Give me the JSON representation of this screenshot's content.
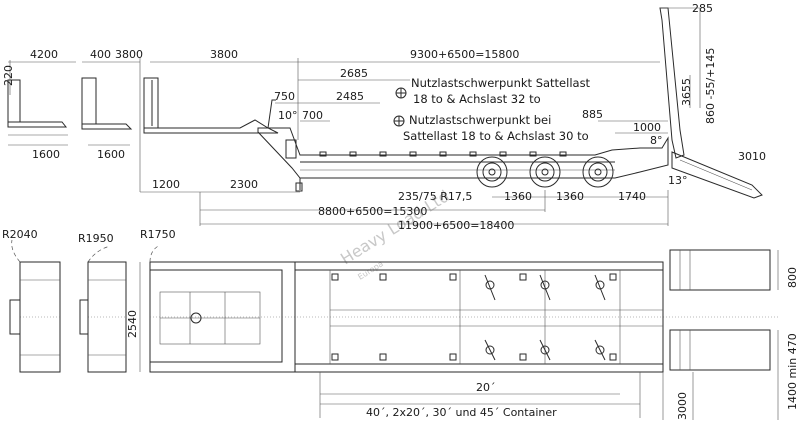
{
  "side_view": {
    "top_dims": {
      "d285": "285",
      "d4200": "4200",
      "d400": "400",
      "d3800a": "3800",
      "d3800b": "3800",
      "d_total": "9300+6500=15800",
      "d2685": "2685",
      "d750": "750",
      "d2485": "2485",
      "d10deg": "10°",
      "d700": "700",
      "d885": "885",
      "d1000": "1000",
      "d8deg": "8°",
      "d3010": "3010",
      "d13deg": "13°",
      "d220": "220",
      "d3655": "3655",
      "d860": "860 -55/+145",
      "d1600a": "1600",
      "d1600b": "1600",
      "d1200": "1200",
      "d2300": "2300",
      "d235": "235/75 R17,5",
      "d1360a": "1360",
      "d1360b": "1360",
      "d1740": "1740",
      "d8800": "8800+6500=15300",
      "d11900": "11900+6500=18400"
    },
    "notes": {
      "note1_line1": "Nutzlastschwerpunkt Sattellast",
      "note1_line2": "18 to & Achslast 32 to",
      "note2_line1": "Nutzlastschwerpunkt bei",
      "note2_line2": "Sattellast 18 to & Achslast 30 to"
    }
  },
  "plan_view": {
    "dims": {
      "r2040": "R2040",
      "r1950": "R1950",
      "r1750": "R1750",
      "d2540": "2540",
      "d800": "800",
      "d1400": "1400 min 470",
      "d20": "20´",
      "d_container": "40´, 2x20´, 30´ und 45´ Container",
      "d3000": "3000"
    }
  },
  "watermark": {
    "text1": "Heavy Load Ltd",
    "text2": "Europa"
  }
}
